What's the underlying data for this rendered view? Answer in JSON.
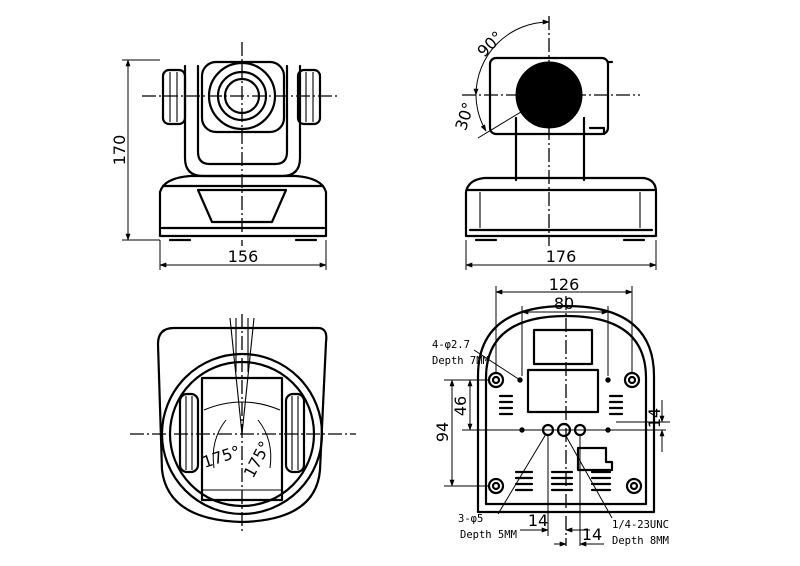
{
  "front_view": {
    "height": "170",
    "width": "156"
  },
  "side_view": {
    "width": "176",
    "tilt_up": "90°",
    "tilt_down": "30°"
  },
  "top_view": {
    "pan_left": "175°",
    "pan_right": "175°"
  },
  "bottom_view": {
    "width_outer": "126",
    "width_inner": "80",
    "height_total": "94",
    "height_holes": "46",
    "offset_right": "14",
    "offset_bottom_left": "14",
    "offset_bottom_right": "14",
    "hole_spec_top": "4-φ2.7",
    "hole_spec_top_depth": "Depth 7MM",
    "hole_spec_bottom": "3-φ5",
    "hole_spec_bottom_depth": "Depth 5MM",
    "thread_spec": "1/4-23UNC",
    "thread_depth": "Depth 8MM"
  }
}
